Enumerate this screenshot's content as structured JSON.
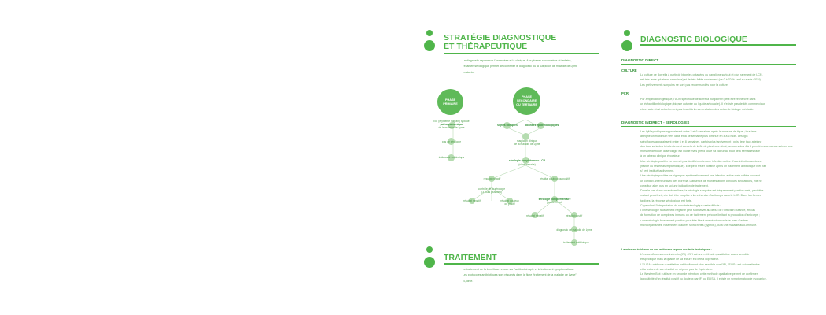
{
  "left": {
    "strategy": {
      "title_line1": "STRATÉGIE DIAGNOSTIQUE",
      "title_line2": "ET THÉRAPEUTIQUE",
      "intro": [
        "Le diagnostic repose sur l’anamnèse et la clinique. Aux phases secondaires et tertiaire,",
        "l’examen sérologique permet de confirmer le diagnostic ou la suspicion de maladie de Lyme",
        "existante."
      ]
    },
    "flow": {
      "phase1": [
        "PHASE",
        "PRIMAIRE"
      ],
      "phase2": [
        "PHASE",
        "SECONDAIRE",
        "OU TERTIAIRE"
      ],
      "em_label": [
        "EM (érythème migrant) typique",
        "pathognomonique",
        "de la maladie de Lyme"
      ],
      "no_serology": "pas de sérologie",
      "antibiotic": "traitement antibiotique",
      "clinical_signs": "signes cliniques",
      "history": "données épidémiologiques",
      "suspicion": [
        "suspicion clinique",
        "de la maladie de Lyme"
      ],
      "serology_main": "sérologie complète avec LCR",
      "serology_sub": "(si nécessaire)",
      "neg_result": "résultat négatif",
      "doubtful_result": "résultat douteux ou positif",
      "control": [
        "contrôle de la sérologie",
        "(3 jours plus tard)"
      ],
      "neg2": "résultat négatif",
      "doubtful2": [
        "résultat douteux",
        "ou positif"
      ],
      "confirm": [
        "sérologie complémentaire",
        "(western blot)"
      ],
      "neg3": "résultat négatif",
      "pos3": "résultat positif",
      "lyme_dx": "diagnostic de maladie de Lyme",
      "treatment": "traitement antibiotique"
    },
    "treatment": {
      "title": "TRAITEMENT",
      "intro": [
        "Le traitement de la borréliose repose sur l’antibiothérapie et le traitement symptomatique.",
        "Les protocoles antibiotiques sont résumés dans la fiche “traitement de la maladie de Lyme”",
        "ci-jointe."
      ]
    }
  },
  "right": {
    "title": "DIAGNOSTIC BIOLOGIQUE",
    "direct": {
      "heading": "DIAGNOSTIC DIRECT",
      "culture_label": "CULTURE",
      "culture_text": [
        "La culture de Borrelia à partir de biopsies cutanées ou ganglions surtout et plus rarement de LCR,",
        "est très lente (plusieurs semaines) et de très faible rendement (de 0 à 70 % sauf au stade d’EM).",
        "Les prélèvements sanguins ne sont pas recommandés pour la culture."
      ],
      "pcr_label": "PCR",
      "pcr_text": [
        "Par amplification génique, l’ADN spécifique de Borrelia burgdorferi peut être recherché dans",
        "un échantillon biologique (biopsie cutanée ou liquide articulaire). Il n’existe pas de kits commerciaux",
        "et cet acte n’est actuellement pas inscrit à la nomenclature des actes de biologie médicale."
      ]
    },
    "indirect": {
      "heading": "DIAGNOSTIC INDIRECT - SÉROLOGIES",
      "lines": [
        "Les IgM spécifiques apparaissent entre 3 et 6 semaines après la morsure de tique ; leur taux",
        "atteigne un maximum vers la 6e et la 8e semaine puis diminue en 4 à 6 mois. Les IgG",
        "spécifiques apparaissent entre 6 et 8 semaines, parfois plus tardivement ; puis, leur taux atteigne",
        "des taux variables très lentement au-delà de la 8e de plusieurs. Ainsi, au cours des 4 à 6 premières semaines suivant une",
        "morsure de tique, la sérologie est inutile mais prend toute sa valeur au bout de 6 semaines face",
        "à un tableau clinique évocateur.",
        "Une sérologie positive ne permet pas de différencier une infection active d’une infection ancienne",
        "(traitée ou restée asymptomatique). Elle peut rester positive après un traitement antibiotique bien fait",
        "s’il est institué tardivement.",
        "Une sérologie positive ne signe pas systématiquement une infection active mais reflète souvent",
        "un contact antérieur avec des Borrelia. L’absence de manifestations cliniques évocatrices, elle ne",
        "constitue alors pas en soi une indication de traitement.",
        "Dans le cas d’une neuroborréliose, la sérologie sanguine est fréquemment positive mais, peut être",
        "restant peu élevé, elle doit être couplée à la recherche d’anticorps dans le LCR. Dans les formes",
        "tardives, la réponse sérologique est forte.",
        "Cependant, l’interprétation du résultat sérologique reste difficile :",
        "• une sérologie faussement négative peut s’observer au début de l’infection cutanée, en cas",
        "de formation de complexes immuns ou de traitement précoce limitant la production d’anticorps ;",
        "• une sérologie faussement positive peut être liée à une réaction croisée avec d’autres",
        "microorganismes, notamment d’autres spirochètes (syphilis), ou à une maladie auto-immune."
      ],
      "methods_heading": "La mise en évidence de ces anticorps repose sur trois techniques :",
      "methods": [
        "L’immunofluorescence indirecte (IFI) : l’IFI est une méthode quantitative assez sensible",
        "et spécifique mais la qualité de sa lecture est liée à l’opérateur.",
        "L’ELISA : méthode quantitative habituellement plus sensible que l’IFI, l’ELISA est automatisable",
        "et la lecture de son résultat ne dépend pas de l’opérateur.",
        "Le Western Blot : utilisée en seconde intention, cette méthode qualitative permet de confirmer",
        "la positivité d’un résultat positif ou douteux par IFI ou ELISA. Il existe un symptomatologie évocatrice."
      ]
    }
  }
}
